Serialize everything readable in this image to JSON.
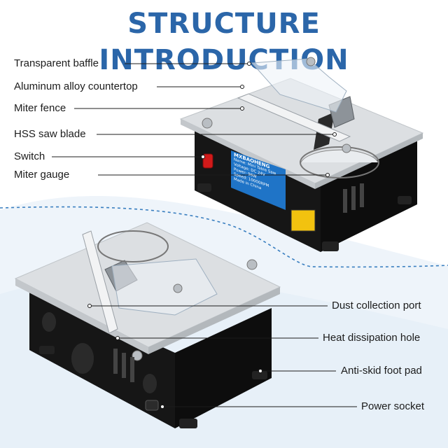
{
  "title": "STRUCTURE INTRODUCTION",
  "labels_top": {
    "transparent_baffle": "Transparent baffle",
    "aluminum_countertop": "Aluminum alloy countertop",
    "miter_fence": "Miter fence",
    "hss_saw_blade": "HSS saw blade",
    "switch": "Switch",
    "miter_gauge": "Miter gauge"
  },
  "labels_bottom": {
    "dust_port": "Dust collection port",
    "heat_hole": "Heat dissipation hole",
    "foot_pad": "Anti-skid foot pad",
    "power_socket": "Power socket"
  },
  "device_panel": {
    "brand": "MXBAOHENG",
    "lines": [
      "Name: Mini Table Saw",
      "Voltage: DC 24V",
      "Power: 96W",
      "Speed: 10000RPM",
      "Made in China"
    ]
  },
  "colors": {
    "title": "#2b66a9",
    "accent_dashed": "#3a7fc0",
    "swoosh": "#e8f1f9",
    "aluminum": "#d9dde1",
    "body_black": "#151515",
    "switch_red": "#d11a1a",
    "panel_blue": "#1f74c7"
  }
}
